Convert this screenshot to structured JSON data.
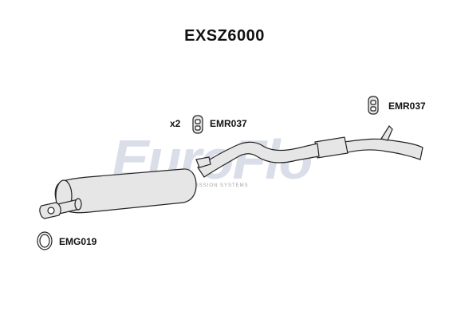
{
  "title": "EXSZ6000",
  "parts": {
    "hanger_left": {
      "code": "EMR037",
      "qty": "x2"
    },
    "hanger_right": {
      "code": "EMR037"
    },
    "gasket": {
      "code": "EMG019"
    }
  },
  "watermark": {
    "brand": "EuroFlo",
    "tagline": "PREMIUM EMISSION SYSTEMS"
  },
  "colors": {
    "line": "#222222",
    "part_fill": "#e6e6e6",
    "brand_accent": "#d9443c",
    "watermark": "#9aa3bd"
  }
}
